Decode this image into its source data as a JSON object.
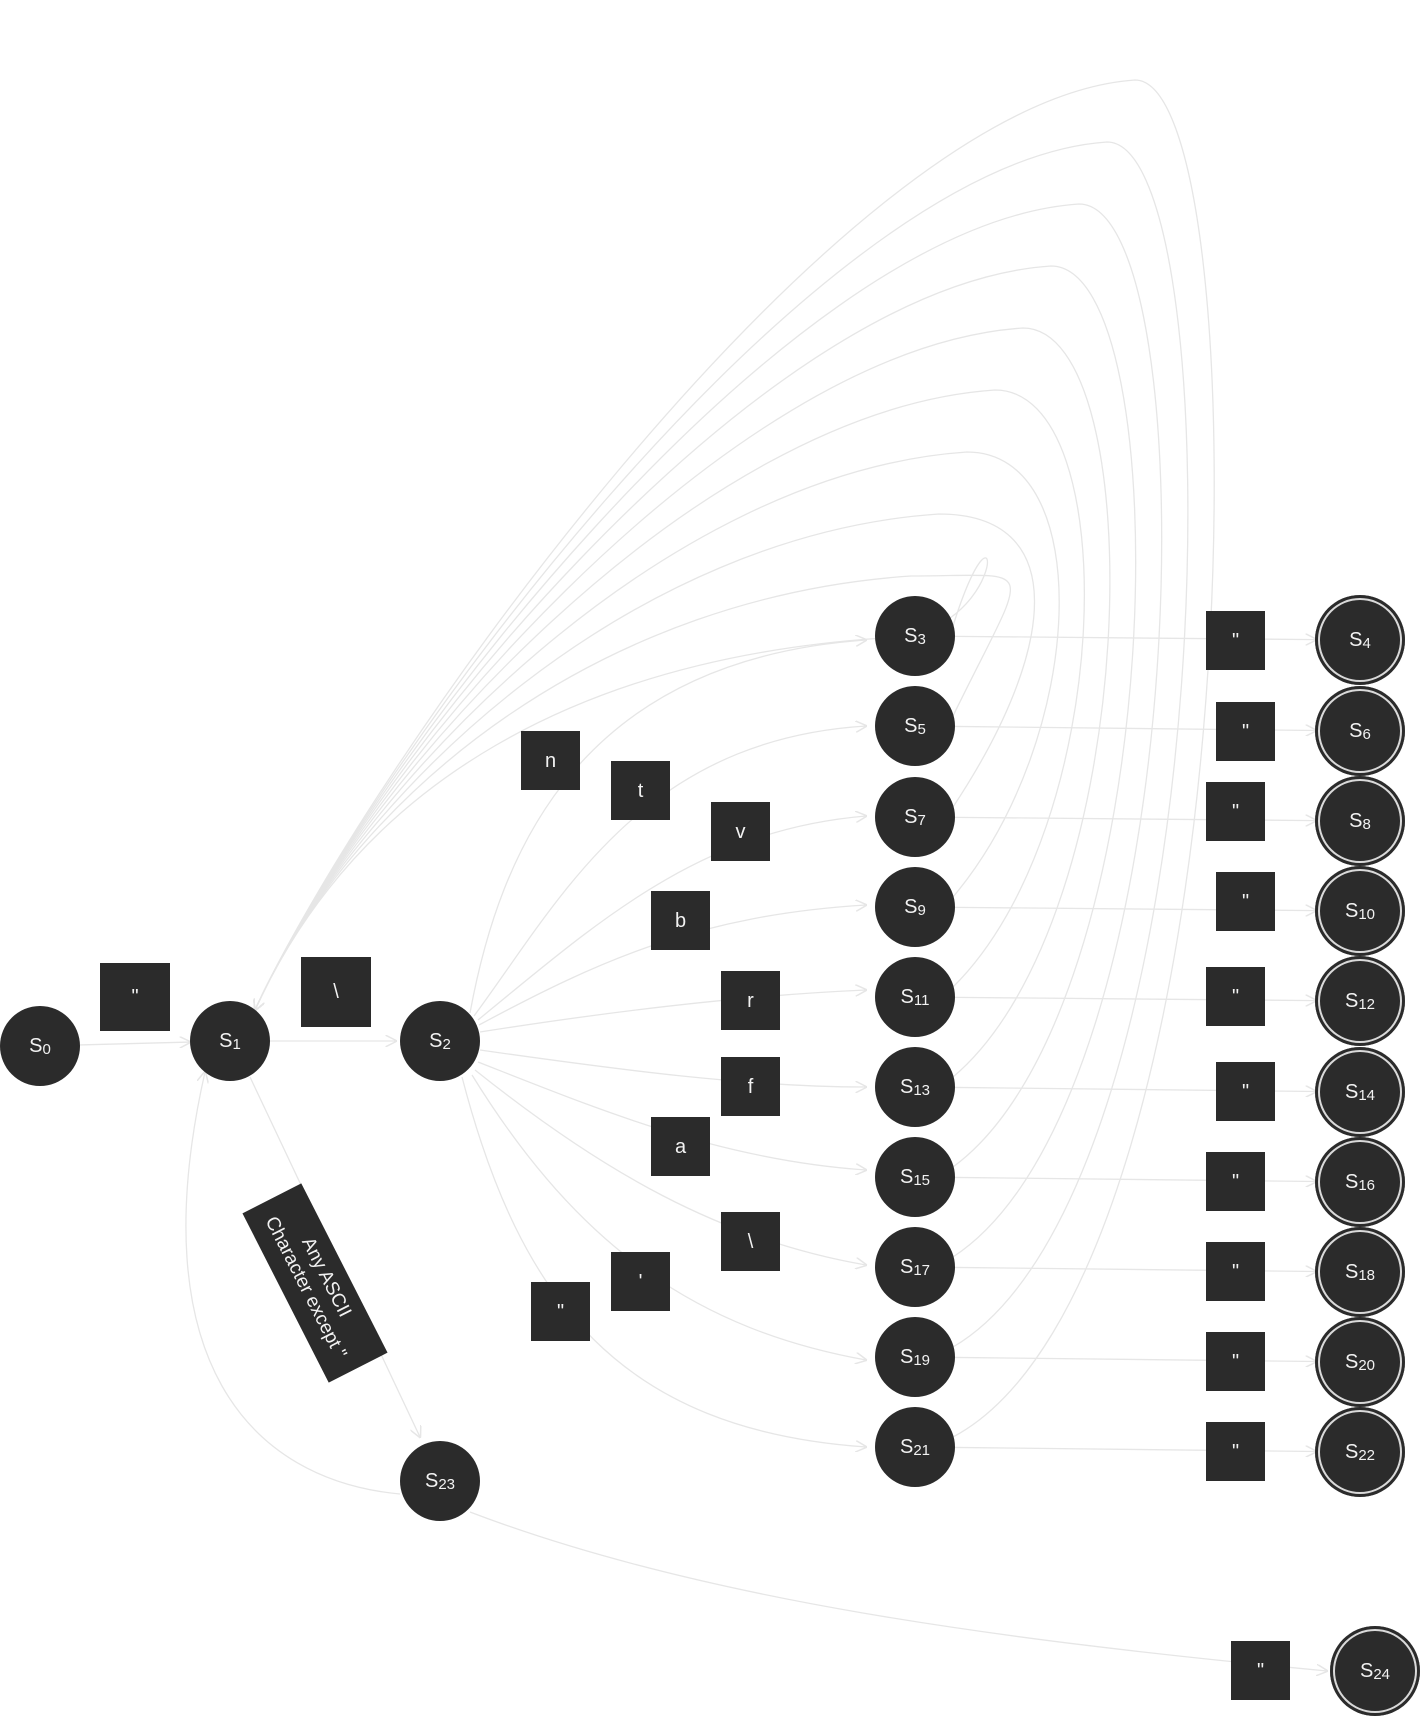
{
  "states": [
    {
      "id": "S0",
      "base": "S",
      "sub": "0",
      "accept": false
    },
    {
      "id": "S1",
      "base": "S",
      "sub": "1",
      "accept": false
    },
    {
      "id": "S2",
      "base": "S",
      "sub": "2",
      "accept": false
    },
    {
      "id": "S3",
      "base": "S",
      "sub": "3",
      "accept": false
    },
    {
      "id": "S4",
      "base": "S",
      "sub": "4",
      "accept": true
    },
    {
      "id": "S5",
      "base": "S",
      "sub": "5",
      "accept": false
    },
    {
      "id": "S6",
      "base": "S",
      "sub": "6",
      "accept": true
    },
    {
      "id": "S7",
      "base": "S",
      "sub": "7",
      "accept": false
    },
    {
      "id": "S8",
      "base": "S",
      "sub": "8",
      "accept": true
    },
    {
      "id": "S9",
      "base": "S",
      "sub": "9",
      "accept": false
    },
    {
      "id": "S10",
      "base": "S",
      "sub": "10",
      "accept": true
    },
    {
      "id": "S11",
      "base": "S",
      "sub": "11",
      "accept": false
    },
    {
      "id": "S12",
      "base": "S",
      "sub": "12",
      "accept": true
    },
    {
      "id": "S13",
      "base": "S",
      "sub": "13",
      "accept": false
    },
    {
      "id": "S14",
      "base": "S",
      "sub": "14",
      "accept": true
    },
    {
      "id": "S15",
      "base": "S",
      "sub": "15",
      "accept": false
    },
    {
      "id": "S16",
      "base": "S",
      "sub": "16",
      "accept": true
    },
    {
      "id": "S17",
      "base": "S",
      "sub": "17",
      "accept": false
    },
    {
      "id": "S18",
      "base": "S",
      "sub": "18",
      "accept": true
    },
    {
      "id": "S19",
      "base": "S",
      "sub": "19",
      "accept": false
    },
    {
      "id": "S20",
      "base": "S",
      "sub": "20",
      "accept": true
    },
    {
      "id": "S21",
      "base": "S",
      "sub": "21",
      "accept": false
    },
    {
      "id": "S22",
      "base": "S",
      "sub": "22",
      "accept": true
    },
    {
      "id": "S23",
      "base": "S",
      "sub": "23",
      "accept": false
    },
    {
      "id": "S24",
      "base": "S",
      "sub": "24",
      "accept": true
    }
  ],
  "transitions": [
    {
      "id": "t0",
      "from": "S0",
      "to": "S1",
      "label": "\""
    },
    {
      "id": "t1",
      "from": "S1",
      "to": "S2",
      "label": "\\"
    },
    {
      "id": "t2",
      "from": "S2",
      "to": "S3",
      "label": "n"
    },
    {
      "id": "t3",
      "from": "S2",
      "to": "S5",
      "label": "t"
    },
    {
      "id": "t4",
      "from": "S2",
      "to": "S7",
      "label": "v"
    },
    {
      "id": "t5",
      "from": "S2",
      "to": "S9",
      "label": "b"
    },
    {
      "id": "t6",
      "from": "S2",
      "to": "S11",
      "label": "r"
    },
    {
      "id": "t7",
      "from": "S2",
      "to": "S13",
      "label": "f"
    },
    {
      "id": "t8",
      "from": "S2",
      "to": "S15",
      "label": "a"
    },
    {
      "id": "t9",
      "from": "S2",
      "to": "S17",
      "label": "\\"
    },
    {
      "id": "t10",
      "from": "S2",
      "to": "S19",
      "label": "'"
    },
    {
      "id": "t11",
      "from": "S2",
      "to": "S21",
      "label": "\""
    },
    {
      "id": "t12",
      "from": "S3",
      "to": "S4",
      "label": "\""
    },
    {
      "id": "t13",
      "from": "S5",
      "to": "S6",
      "label": "\""
    },
    {
      "id": "t14",
      "from": "S7",
      "to": "S8",
      "label": "\""
    },
    {
      "id": "t15",
      "from": "S9",
      "to": "S10",
      "label": "\""
    },
    {
      "id": "t16",
      "from": "S11",
      "to": "S12",
      "label": "\""
    },
    {
      "id": "t17",
      "from": "S13",
      "to": "S14",
      "label": "\""
    },
    {
      "id": "t18",
      "from": "S15",
      "to": "S16",
      "label": "\""
    },
    {
      "id": "t19",
      "from": "S17",
      "to": "S18",
      "label": "\""
    },
    {
      "id": "t20",
      "from": "S19",
      "to": "S20",
      "label": "\""
    },
    {
      "id": "t21",
      "from": "S21",
      "to": "S22",
      "label": "\""
    },
    {
      "id": "t22",
      "from": "S1",
      "to": "S23",
      "label": "Any ASCII\nCharacter except \""
    },
    {
      "id": "t23",
      "from": "S23",
      "to": "S24",
      "label": "\""
    },
    {
      "id": "t24",
      "from": "S23",
      "to": "S1",
      "label": ""
    },
    {
      "id": "t25",
      "from": "S3",
      "to": "S1",
      "label": ""
    },
    {
      "id": "t26",
      "from": "S5",
      "to": "S1",
      "label": ""
    },
    {
      "id": "t27",
      "from": "S7",
      "to": "S1",
      "label": ""
    },
    {
      "id": "t28",
      "from": "S9",
      "to": "S1",
      "label": ""
    },
    {
      "id": "t29",
      "from": "S11",
      "to": "S1",
      "label": ""
    },
    {
      "id": "t30",
      "from": "S13",
      "to": "S1",
      "label": ""
    },
    {
      "id": "t31",
      "from": "S15",
      "to": "S1",
      "label": ""
    },
    {
      "id": "t32",
      "from": "S17",
      "to": "S1",
      "label": ""
    },
    {
      "id": "t33",
      "from": "S19",
      "to": "S1",
      "label": ""
    },
    {
      "id": "t34",
      "from": "S21",
      "to": "S1",
      "label": ""
    }
  ],
  "colors": {
    "node": "#2b2b2b",
    "node_text": "#f2f2f2",
    "edge": "#e6e6e6",
    "background": "#ffffff"
  }
}
